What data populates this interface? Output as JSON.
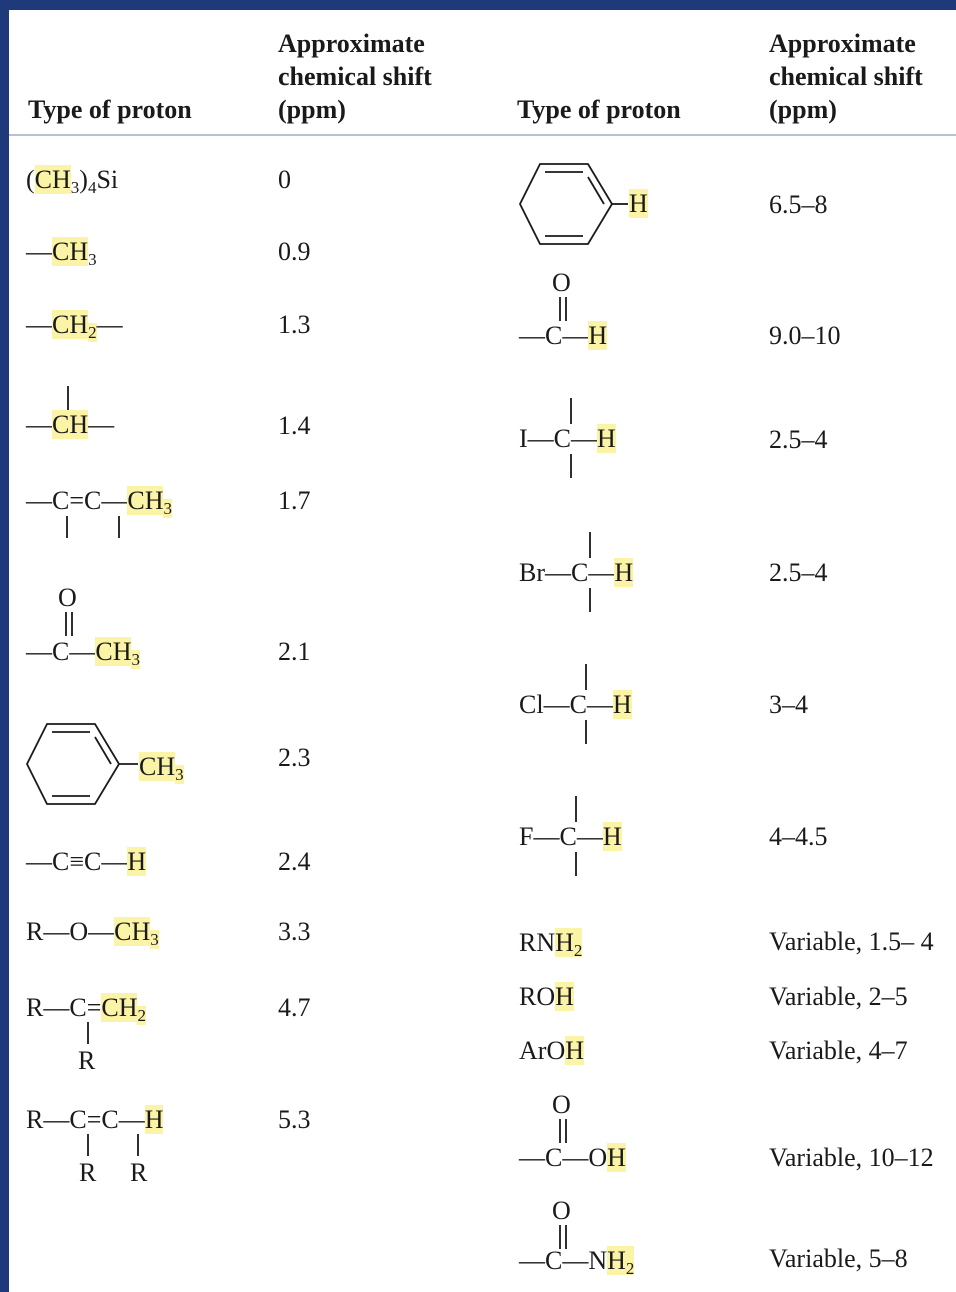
{
  "headers": {
    "type_of_proton": "Type of proton",
    "approx_shift_line1": "Approximate",
    "approx_shift_line2": "chemical shift",
    "approx_shift_line3": "(ppm)"
  },
  "left_rows": [
    {
      "group": "(CH3)4Si",
      "shift": "0"
    },
    {
      "group": "—CH3",
      "shift": "0.9"
    },
    {
      "group": "—CH2—",
      "shift": "1.3"
    },
    {
      "group": "—CH—",
      "shift": "1.4"
    },
    {
      "group": "—C=C—CH3",
      "shift": "1.7"
    },
    {
      "group": "—C(=O)—CH3",
      "shift": "2.1"
    },
    {
      "group": "Ar—CH3",
      "shift": "2.3"
    },
    {
      "group": "—C≡C—H",
      "shift": "2.4"
    },
    {
      "group": "R—O—CH3",
      "shift": "3.3"
    },
    {
      "group": "R—C(R)=CH2",
      "shift": "4.7"
    },
    {
      "group": "R—C(R)=C(R)—H",
      "shift": "5.3"
    }
  ],
  "right_rows": [
    {
      "group": "Ar—H",
      "shift": "6.5–8"
    },
    {
      "group": "—C(=O)—H",
      "shift": "9.0–10"
    },
    {
      "group": "I—C—H",
      "shift": "2.5–4"
    },
    {
      "group": "Br—C—H",
      "shift": "2.5–4"
    },
    {
      "group": "Cl—C—H",
      "shift": "3–4"
    },
    {
      "group": "F—C—H",
      "shift": "4–4.5"
    },
    {
      "group": "RNH2",
      "shift": "Variable, 1.5– 4"
    },
    {
      "group": "ROH",
      "shift": "Variable, 2–5"
    },
    {
      "group": "ArOH",
      "shift": "Variable, 4–7"
    },
    {
      "group": "—C(=O)—OH",
      "shift": "Variable, 10–12"
    },
    {
      "group": "—C(=O)—NH2",
      "shift": "Variable, 5–8"
    }
  ],
  "glyphs": {
    "C": "C",
    "H": "H",
    "O": "O",
    "R": "R",
    "Si": "Si",
    "I": "I",
    "Br": "Br",
    "Cl": "Cl",
    "F": "F",
    "N": "N",
    "sub2": "2",
    "sub3": "3",
    "sub4": "4",
    "dash": "—",
    "eq": "=",
    "triple": "≡",
    "lparen": "(",
    "rparen": ")"
  },
  "colors": {
    "frame": "#1f3a7a",
    "highlight": "#fbf3a6",
    "rule": "#b9c0d2"
  }
}
